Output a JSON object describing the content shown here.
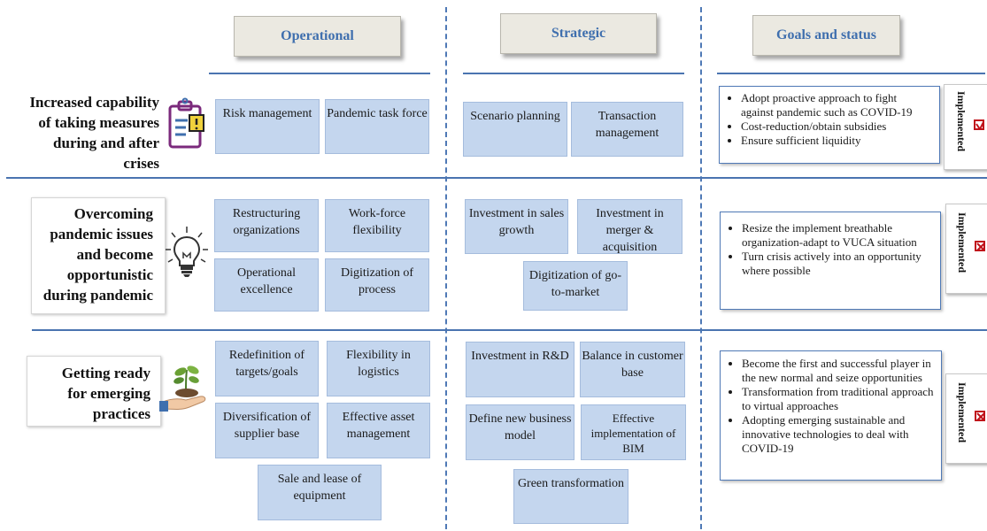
{
  "columns": {
    "operational": "Operational",
    "strategic": "Strategic",
    "goals": "Goals and status"
  },
  "rows": [
    {
      "label": [
        "Increased capability",
        "of taking measures",
        "during and after",
        "crises"
      ],
      "icon": "clipboard-icon",
      "operational": [
        "Risk management",
        "Pandemic task force"
      ],
      "strategic": [
        "Scenario planning",
        "Transaction management"
      ],
      "goals": [
        "Adopt proactive approach to fight against pandemic such as COVID-19",
        "Cost-reduction/obtain subsidies",
        "Ensure sufficient liquidity"
      ],
      "status": "Implemented",
      "status_mark": "check"
    },
    {
      "label": [
        "Overcoming",
        "pandemic issues",
        "and become",
        "opportunistic",
        "during pandemic"
      ],
      "icon": "lightbulb-icon",
      "operational": [
        "Restructuring organizations",
        "Work-force flexibility",
        "Operational excellence",
        "Digitization of process"
      ],
      "strategic": [
        "Investment in sales growth",
        "Investment in merger & acquisition",
        "Digitization of go-to-market"
      ],
      "goals": [
        "Resize the implement breathable organization-adapt to VUCA situation",
        "Turn crisis actively into an opportunity where possible"
      ],
      "status": "Implemented",
      "status_mark": "cross"
    },
    {
      "label": [
        "Getting ready",
        "for emerging",
        "practices"
      ],
      "icon": "plant-in-hand-icon",
      "operational": [
        "Redefinition of targets/goals",
        "Flexibility in logistics",
        "Diversification of supplier base",
        "Effective asset management",
        "Sale and lease of equipment"
      ],
      "strategic": [
        "Investment in R&D",
        "Balance in customer base",
        "Define new business model",
        "Effective implementation of BIM",
        "Green transformation"
      ],
      "goals": [
        "Become the first and successful player in the new normal and seize opportunities",
        "Transformation from traditional approach to virtual approaches",
        "Adopting emerging sustainable and innovative technologies to deal with COVID-19"
      ],
      "status": "Implemented",
      "status_mark": "cross"
    }
  ],
  "colors": {
    "accent": "#4a74b0",
    "box_fill": "#c4d6ee",
    "mark": "#c0121b"
  }
}
